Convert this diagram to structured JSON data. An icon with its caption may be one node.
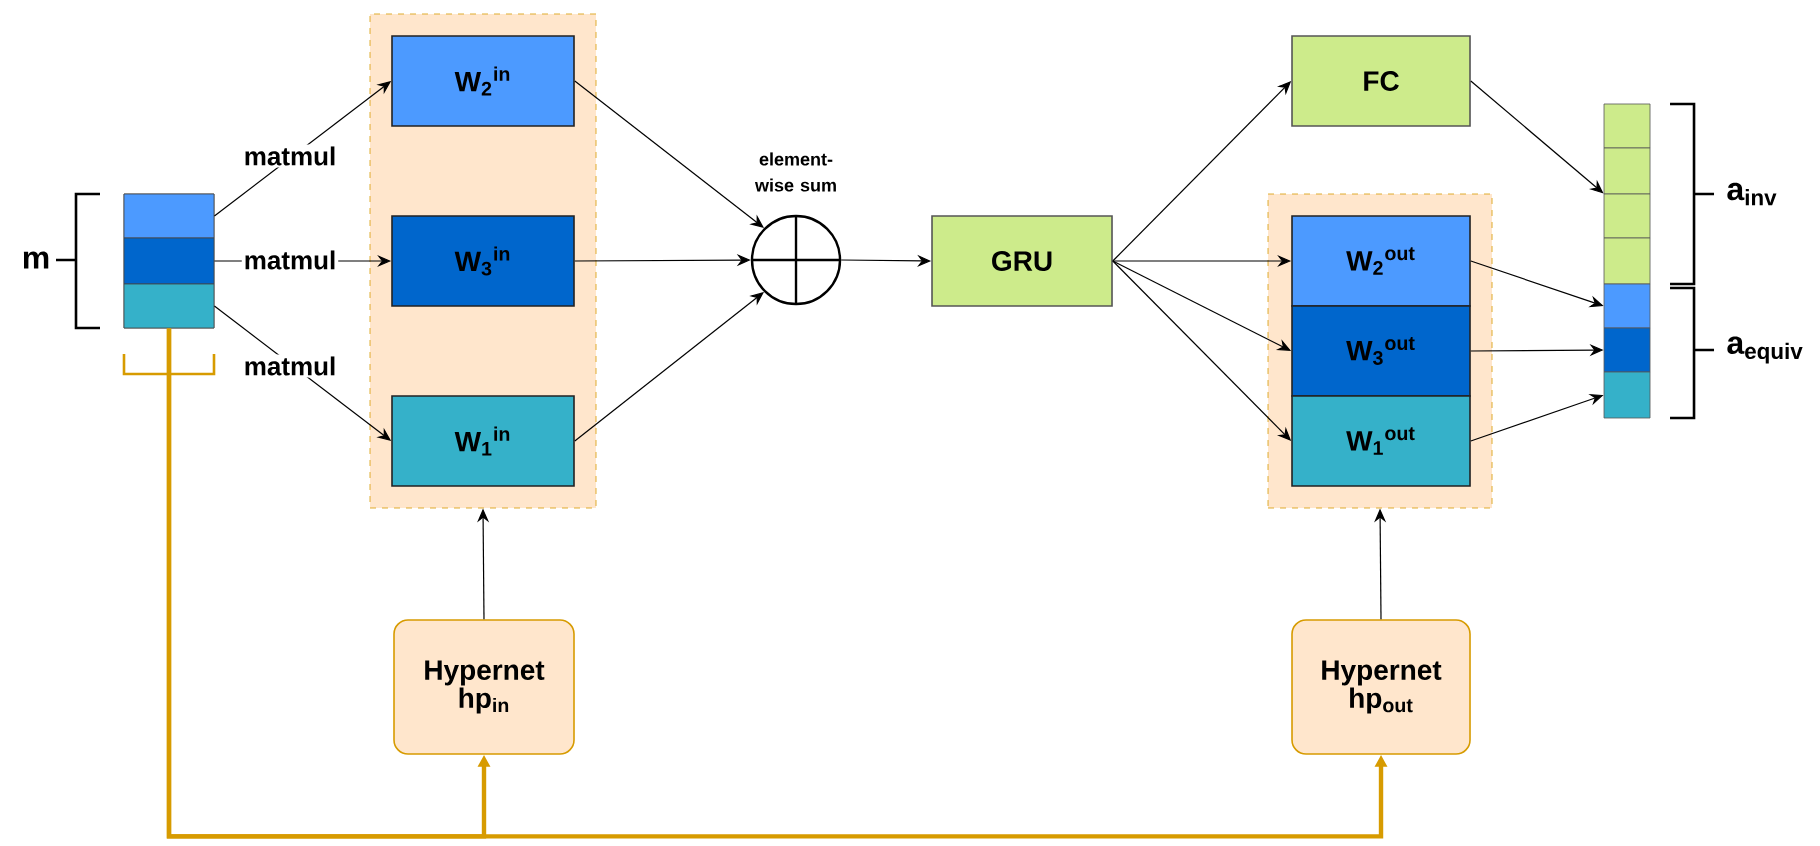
{
  "diagram": {
    "nodes": [
      {
        "text": [],
        "shape": "bar"
      },
      {
        "text": [],
        "shape": "box",
        "in": 0
      },
      {
        "text": [],
        "shape": "box",
        "in": 0
      },
      {
        "text": [],
        "shape": "box",
        "in": 0
      },
      {
        "text": [],
        "shape": "box"
      },
      {
        "text": [
          "W$_{2}$$^{in}$"
        ],
        "in": 4
      },
      {
        "text": [
          "W$_{3}$$^{in}$"
        ],
        "in": 4
      },
      {
        "text": [
          "W$_{1}$$^{in}$"
        ],
        "in": 4
      },
      {
        "text": [],
        "shape": "circle",
        "beside": [
          "element-wise sum"
        ]
      },
      {
        "text": [
          "GRU"
        ]
      },
      {
        "text": [
          "FC"
        ]
      },
      {
        "text": [],
        "shape": "box"
      },
      {
        "text": [
          "W$_{2}$$^{out}$"
        ],
        "in": 11
      },
      {
        "text": [
          "W$_{3}$$^{out}$"
        ],
        "in": 11
      },
      {
        "text": [
          "W$_{1}$$^{out}$"
        ],
        "in": 11
      },
      {
        "text": [],
        "shape": "box"
      },
      {
        "text": [],
        "shape": "box"
      },
      {
        "text": [],
        "shape": "box"
      },
      {
        "text": [],
        "shape": "box"
      },
      {
        "text": [],
        "shape": "box"
      },
      {
        "text": [],
        "shape": "box"
      },
      {
        "text": [],
        "shape": "box"
      },
      {
        "text": [
          "Hypernet hp$_{in}$"
        ]
      },
      {
        "text": [
          "Hypernet hp$_{out}$"
        ]
      }
    ],
    "edges": [
      {
        "from": 1,
        "to": 5,
        "arrow": "to",
        "label": "matmul"
      },
      {
        "from": 2,
        "to": 6,
        "arrow": "to",
        "label": "matmul"
      },
      {
        "from": 3,
        "to": 7,
        "arrow": "to",
        "label": "matmul"
      },
      {
        "from": 5,
        "to": 8,
        "arrow": "to"
      },
      {
        "from": 6,
        "to": 8,
        "arrow": "to"
      },
      {
        "from": 7,
        "to": 8,
        "arrow": "to"
      },
      {
        "from": 8,
        "to": 9,
        "arrow": "to"
      },
      {
        "from": 9,
        "to": 10,
        "arrow": "to"
      },
      {
        "from": 9,
        "to": 12,
        "arrow": "to"
      },
      {
        "from": 9,
        "to": 13,
        "arrow": "to"
      },
      {
        "from": 9,
        "to": 14,
        "arrow": "to"
      },
      {
        "from": 10,
        "to": 17,
        "arrow": "to"
      },
      {
        "from": 12,
        "to": 19,
        "arrow": "to"
      },
      {
        "from": 13,
        "to": 20,
        "arrow": "to"
      },
      {
        "from": 14,
        "to": 21,
        "arrow": "to"
      },
      {
        "from": 22,
        "to": 4,
        "arrow": "to"
      },
      {
        "from": 23,
        "to": 11,
        "arrow": "to"
      },
      {
        "from": 0,
        "to": 22,
        "arrow": "to",
        "style": "thick",
        "color": "#d79b00"
      },
      {
        "from": 0,
        "to": 23,
        "arrow": "to",
        "style": "thick",
        "color": "#d79b00"
      }
    ],
    "labels": [
      "m",
      "a$_{inv}$",
      "a$_{equiv}$"
    ]
  }
}
